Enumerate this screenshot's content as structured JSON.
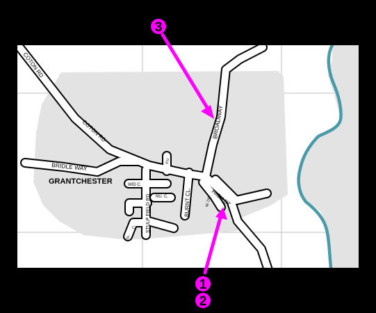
{
  "place_label": "GRANTCHESTER",
  "roads": {
    "coton_rd_north": "COTON RD",
    "coton_rd_south": "COTON RD",
    "bridle_way": "BRIDLE  WAY",
    "broadway": "BROADWAY",
    "high_st": "HIGH ST",
    "burnt_cl": "BURNT CL.",
    "stulp_field_rd": "STULP FIELD RD",
    "wid_c": "WID C.",
    "nu_c": "NU. C.",
    "w_dr": "W. DR.",
    "pv": "P.V.",
    "sl": "SL.",
    "c": "C"
  },
  "markers": [
    {
      "id": "1",
      "label": "1"
    },
    {
      "id": "2",
      "label": "2"
    },
    {
      "id": "3",
      "label": "3"
    }
  ],
  "colors": {
    "background": "#000000",
    "map_paper": "#ffffff",
    "grid": "#bfbfbf",
    "built_up": "#e3e3e3",
    "river": "#4a9aaa",
    "marker": "#ff00ff",
    "road_fill": "#ffffff",
    "road_case": "#000000"
  }
}
